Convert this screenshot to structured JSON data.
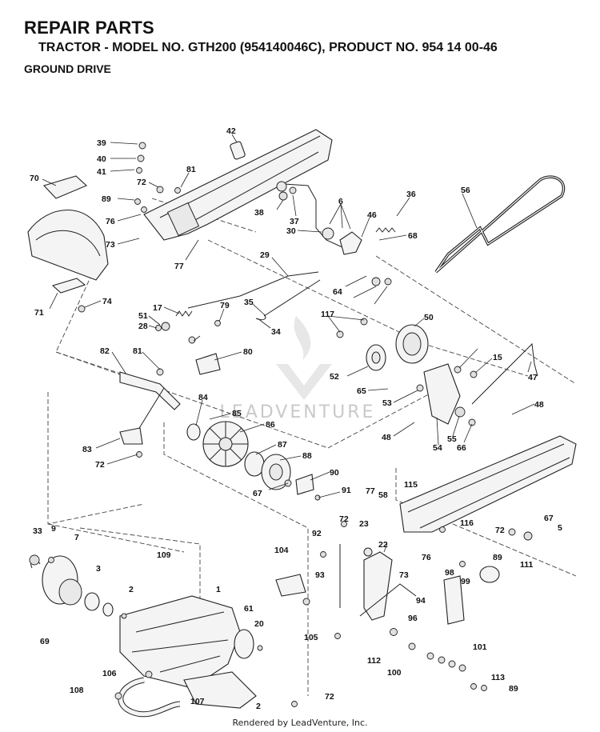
{
  "header": {
    "title": "REPAIR PARTS",
    "subtitle": "TRACTOR - MODEL NO. GTH200 (954140046C), PRODUCT NO. 954 14 00-46",
    "section": "GROUND DRIVE"
  },
  "watermark": "LEADVENTURE",
  "footer": "Rendered by LeadVenture, Inc.",
  "callouts": [
    "39",
    "40",
    "41",
    "42",
    "70",
    "72",
    "81",
    "89",
    "76",
    "73",
    "77",
    "38",
    "37",
    "30",
    "6",
    "46",
    "36",
    "56",
    "68",
    "29",
    "64",
    "71",
    "74",
    "17",
    "51",
    "28",
    "79",
    "35",
    "34",
    "117",
    "50",
    "82",
    "81",
    "80",
    "15",
    "52",
    "65",
    "53",
    "47",
    "48",
    "84",
    "85",
    "86",
    "87",
    "88",
    "83",
    "72",
    "54",
    "55",
    "66",
    "90",
    "67",
    "91",
    "48",
    "115",
    "77",
    "58",
    "67",
    "5",
    "116",
    "72",
    "33",
    "9",
    "7",
    "92",
    "72",
    "23",
    "104",
    "22",
    "76",
    "89",
    "111",
    "109",
    "93",
    "73",
    "98",
    "99",
    "3",
    "2",
    "1",
    "94",
    "61",
    "20",
    "105",
    "96",
    "69",
    "112",
    "101",
    "100",
    "106",
    "113",
    "108",
    "107",
    "72",
    "89",
    "2"
  ]
}
